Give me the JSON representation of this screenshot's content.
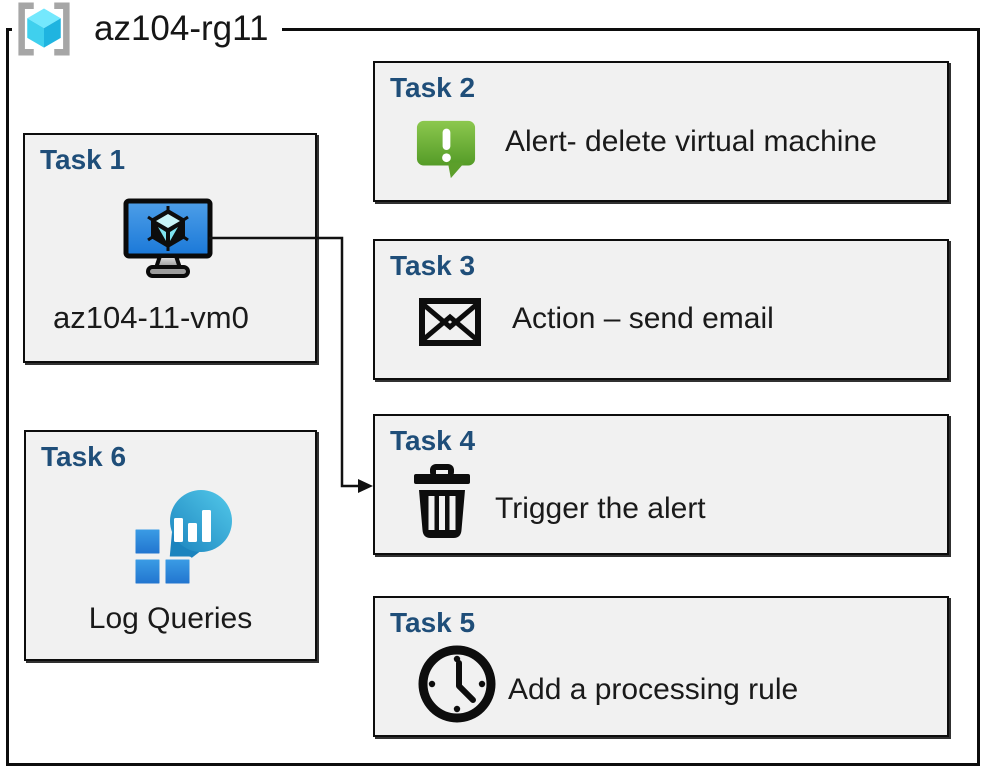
{
  "group": {
    "title": "az104-rg11",
    "icon": "resource-group-icon"
  },
  "tasks": [
    {
      "heading": "Task 1",
      "label": "az104-11-vm0",
      "icon": "virtual-machine-icon"
    },
    {
      "heading": "Task 2",
      "label": "Alert- delete virtual machine",
      "icon": "alert-message-icon"
    },
    {
      "heading": "Task 3",
      "label": "Action – send email",
      "icon": "email-envelope-icon"
    },
    {
      "heading": "Task 4",
      "label": "Trigger the alert",
      "icon": "trash-delete-icon"
    },
    {
      "heading": "Task 5",
      "label": "Add a processing rule",
      "icon": "clock-icon"
    },
    {
      "heading": "Task 6",
      "label": "Log Queries",
      "icon": "log-analytics-icon"
    }
  ],
  "connector": {
    "from": "Task 1",
    "to": "Task 4"
  },
  "colors": {
    "task_heading": "#1F4E79",
    "box_fill": "#F1F1F1",
    "outline": "#0D0D0D",
    "alert_green_top": "#8CC84E",
    "alert_green_bottom": "#549B27",
    "vm_screen_top": "#4E9FE8",
    "vm_screen_bottom": "#1A78D8",
    "log_teal_top": "#53C9EA",
    "log_teal_bottom": "#1C84BE",
    "log_blue_top": "#3C9EE6",
    "log_blue_bottom": "#2173CE",
    "rg_cube_top": "#74E8FD",
    "rg_cube_left": "#3FD0EE",
    "rg_cube_right": "#1FB4E0",
    "rg_bracket_gray": "#A6A6A6"
  }
}
